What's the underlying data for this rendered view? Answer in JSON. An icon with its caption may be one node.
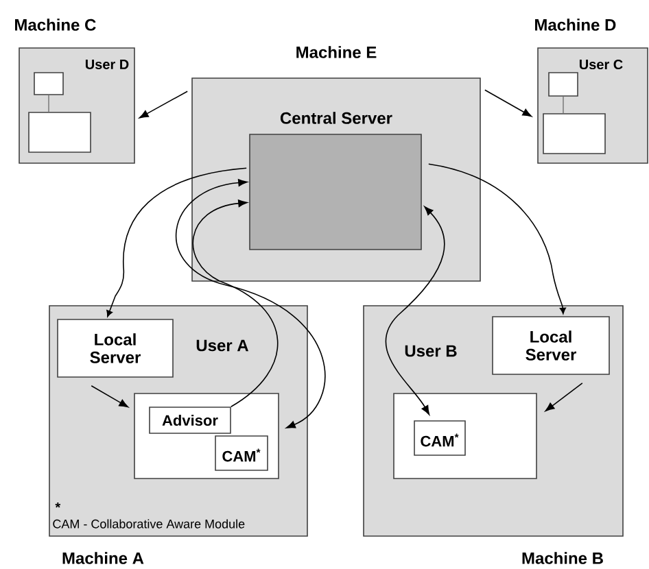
{
  "diagram": {
    "nodes": [
      {
        "text": [
          "Machine C",
          "User D"
        ]
      },
      {
        "text": [],
        "shape": "box",
        "in": 0
      },
      {
        "text": [],
        "shape": "box",
        "in": 0
      },
      {
        "text": [
          "Machine E"
        ]
      },
      {
        "text": [
          "Central Server"
        ],
        "in": 3
      },
      {
        "text": [
          "Machine D",
          "User C"
        ]
      },
      {
        "text": [],
        "shape": "box",
        "in": 5
      },
      {
        "text": [],
        "shape": "box",
        "in": 5
      },
      {
        "text": [
          "Machine A",
          "User A"
        ]
      },
      {
        "text": [
          "Local Server"
        ],
        "in": 8
      },
      {
        "text": [],
        "shape": "box",
        "in": 8
      },
      {
        "text": [
          "Advisor"
        ],
        "in": 10
      },
      {
        "text": [
          "CAM$^{*}$"
        ],
        "in": 10
      },
      {
        "text": [
          "Machine B",
          "User B"
        ]
      },
      {
        "text": [
          "Local Server"
        ],
        "in": 13
      },
      {
        "text": [],
        "shape": "box",
        "in": 13
      },
      {
        "text": [
          "CAM$^{*}$"
        ],
        "in": 15
      }
    ],
    "edges": [
      {
        "from": 3,
        "to": 0,
        "arrow": "to"
      },
      {
        "from": 3,
        "to": 5,
        "arrow": "to"
      },
      {
        "from": 1,
        "to": 2,
        "arrow": "none",
        "color": "#7f7f7f"
      },
      {
        "from": 6,
        "to": 7,
        "arrow": "none",
        "color": "#7f7f7f"
      },
      {
        "from": 4,
        "to": 9,
        "arrow": "to"
      },
      {
        "from": 11,
        "to": 4,
        "arrow": "to"
      },
      {
        "from": 4,
        "to": 10,
        "arrow": "both"
      },
      {
        "from": 4,
        "to": 14,
        "arrow": "to"
      },
      {
        "from": 16,
        "to": 4,
        "arrow": "both"
      },
      {
        "from": 9,
        "to": 10,
        "arrow": "to"
      },
      {
        "from": 14,
        "to": 15,
        "arrow": "to"
      }
    ],
    "labels": [
      "*",
      "CAM - Collaborative Aware Module"
    ]
  }
}
